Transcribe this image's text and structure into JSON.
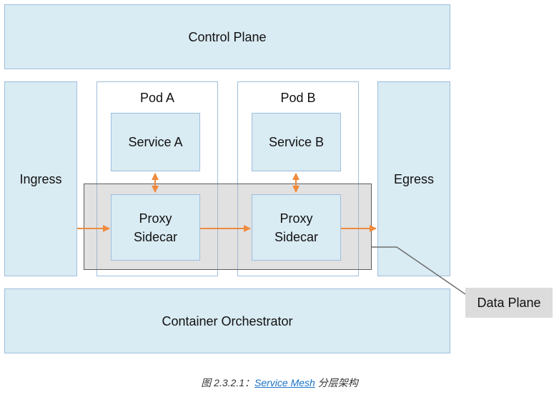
{
  "diagram": {
    "control_plane": "Control Plane",
    "ingress": "Ingress",
    "egress": "Egress",
    "pod_a": {
      "title": "Pod A",
      "service": "Service A",
      "proxy_line1": "Proxy",
      "proxy_line2": "Sidecar"
    },
    "pod_b": {
      "title": "Pod B",
      "service": "Service B",
      "proxy_line1": "Proxy",
      "proxy_line2": "Sidecar"
    },
    "container_orchestrator": "Container Orchestrator",
    "data_plane": "Data Plane"
  },
  "colors": {
    "box_fill": "#d9ebf3",
    "box_border": "#9fbedd",
    "arrow": "#f08a3c",
    "data_plane_fill": "#d4d4d4",
    "link": "#1a73c8"
  },
  "caption": {
    "prefix": "图 2.3.2.1：",
    "link_text": "Service Mesh",
    "suffix": " 分层架构"
  }
}
